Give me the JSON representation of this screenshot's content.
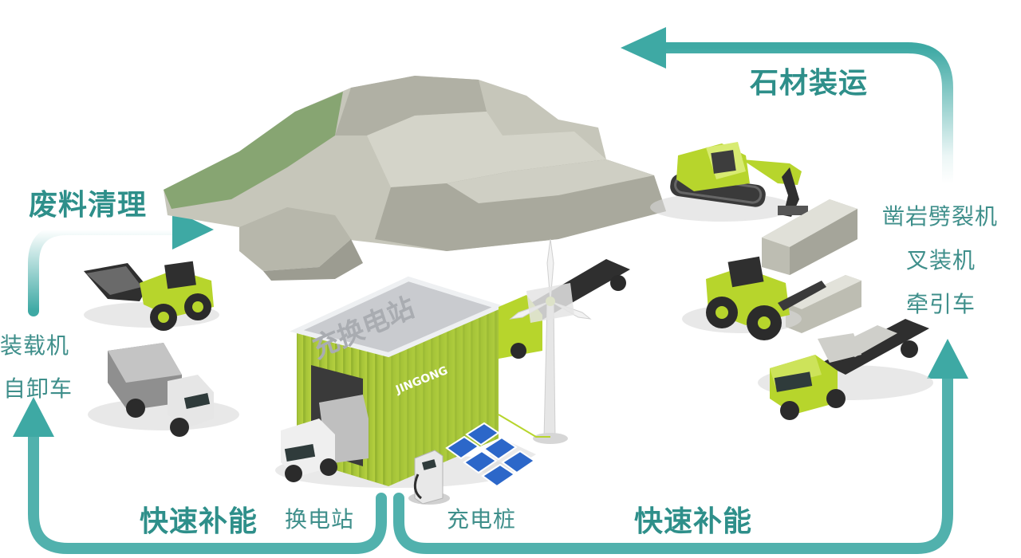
{
  "flow": {
    "stone_loading": "石材装运",
    "waste_cleanup": "废料清理",
    "fast_recharge_left": "快速补能",
    "fast_recharge_right": "快速补能"
  },
  "equipment": {
    "right_group": [
      "凿岩劈裂机",
      "叉装机",
      "牵引车"
    ],
    "left_group": [
      "装载机",
      "自卸车"
    ],
    "swap_station": "换电站",
    "charging_pile": "充电桩"
  },
  "building": {
    "roof_text": "充换电站",
    "brand_logo": "JINGONG"
  },
  "colors": {
    "arrow": "#3ea9a4",
    "label_teal": "#2e8f8a",
    "machine_green": "#b7d52c",
    "station_green": "#a7c63b",
    "rock_gray": "#b9b9ad",
    "truck_black": "#2b2b2b"
  }
}
